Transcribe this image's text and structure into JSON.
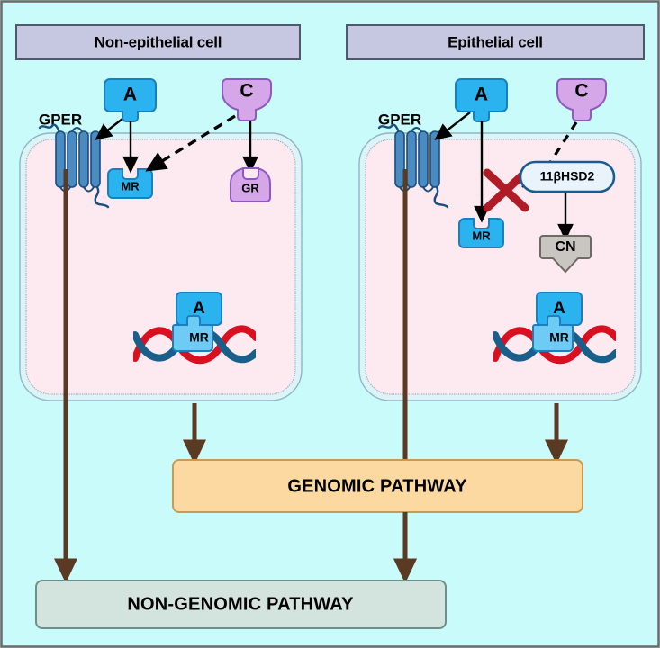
{
  "figure": {
    "title_left": "Non-epithelial cell",
    "title_right": "Epithelial cell",
    "background_color": "#c9fbfb",
    "frame_border_color": "#6b6b6b"
  },
  "panels": [
    {
      "id": "non-epithelial",
      "header": "Non-epithelial cell",
      "receptor_label": "GPER",
      "ligands": [
        {
          "name": "A",
          "label": "A",
          "color": "#2bb3ef"
        },
        {
          "name": "C",
          "label": "C",
          "color": "#d5a6e8"
        }
      ],
      "receptors": [
        {
          "name": "MR",
          "label": "MR",
          "color": "#2bb3ef"
        },
        {
          "name": "GR",
          "label": "GR",
          "color": "#d5a6e8"
        }
      ],
      "dna_complex": {
        "top_label": "A",
        "bottom_label": "MR"
      }
    },
    {
      "id": "epithelial",
      "header": "Epithelial cell",
      "receptor_label": "GPER",
      "ligands": [
        {
          "name": "A",
          "label": "A",
          "color": "#2bb3ef"
        },
        {
          "name": "C",
          "label": "C",
          "color": "#d5a6e8"
        }
      ],
      "receptors": [
        {
          "name": "MR",
          "label": "MR",
          "color": "#2bb3ef"
        }
      ],
      "enzyme": {
        "label": "11βHSD2",
        "color": "#e8f3fc",
        "border": "#1a5c92"
      },
      "metabolite": {
        "label": "CN",
        "color": "#c9c5c0"
      },
      "blocked_symbol": {
        "name": "red-x",
        "color": "#b01c26"
      },
      "dna_complex": {
        "top_label": "A",
        "bottom_label": "MR"
      }
    }
  ],
  "outcomes": {
    "genomic": {
      "label": "GENOMIC PATHWAY",
      "fill": "#fbd9a0",
      "border": "#c79a56"
    },
    "nongenomic": {
      "label": "NON-GENOMIC PATHWAY",
      "fill": "#d3e3de",
      "border": "#6f8f8a"
    }
  },
  "colors": {
    "header_fill": "#c5c8e0",
    "header_border": "#50586b",
    "cytoplasm": "#fdeaf0",
    "membrane": "#9aa7c4",
    "arrow_brown": "#5b3a24",
    "arrow_black": "#000000",
    "dna_red": "#d81020",
    "dna_blue": "#1a5f8a",
    "ligand_blue": "#2bb3ef",
    "ligand_blue_border": "#1a7fc1",
    "ligand_purple": "#d5a6e8",
    "ligand_purple_border": "#8e59c2",
    "gper_fill": "#4a8cc2",
    "gper_border": "#1a4d80"
  }
}
